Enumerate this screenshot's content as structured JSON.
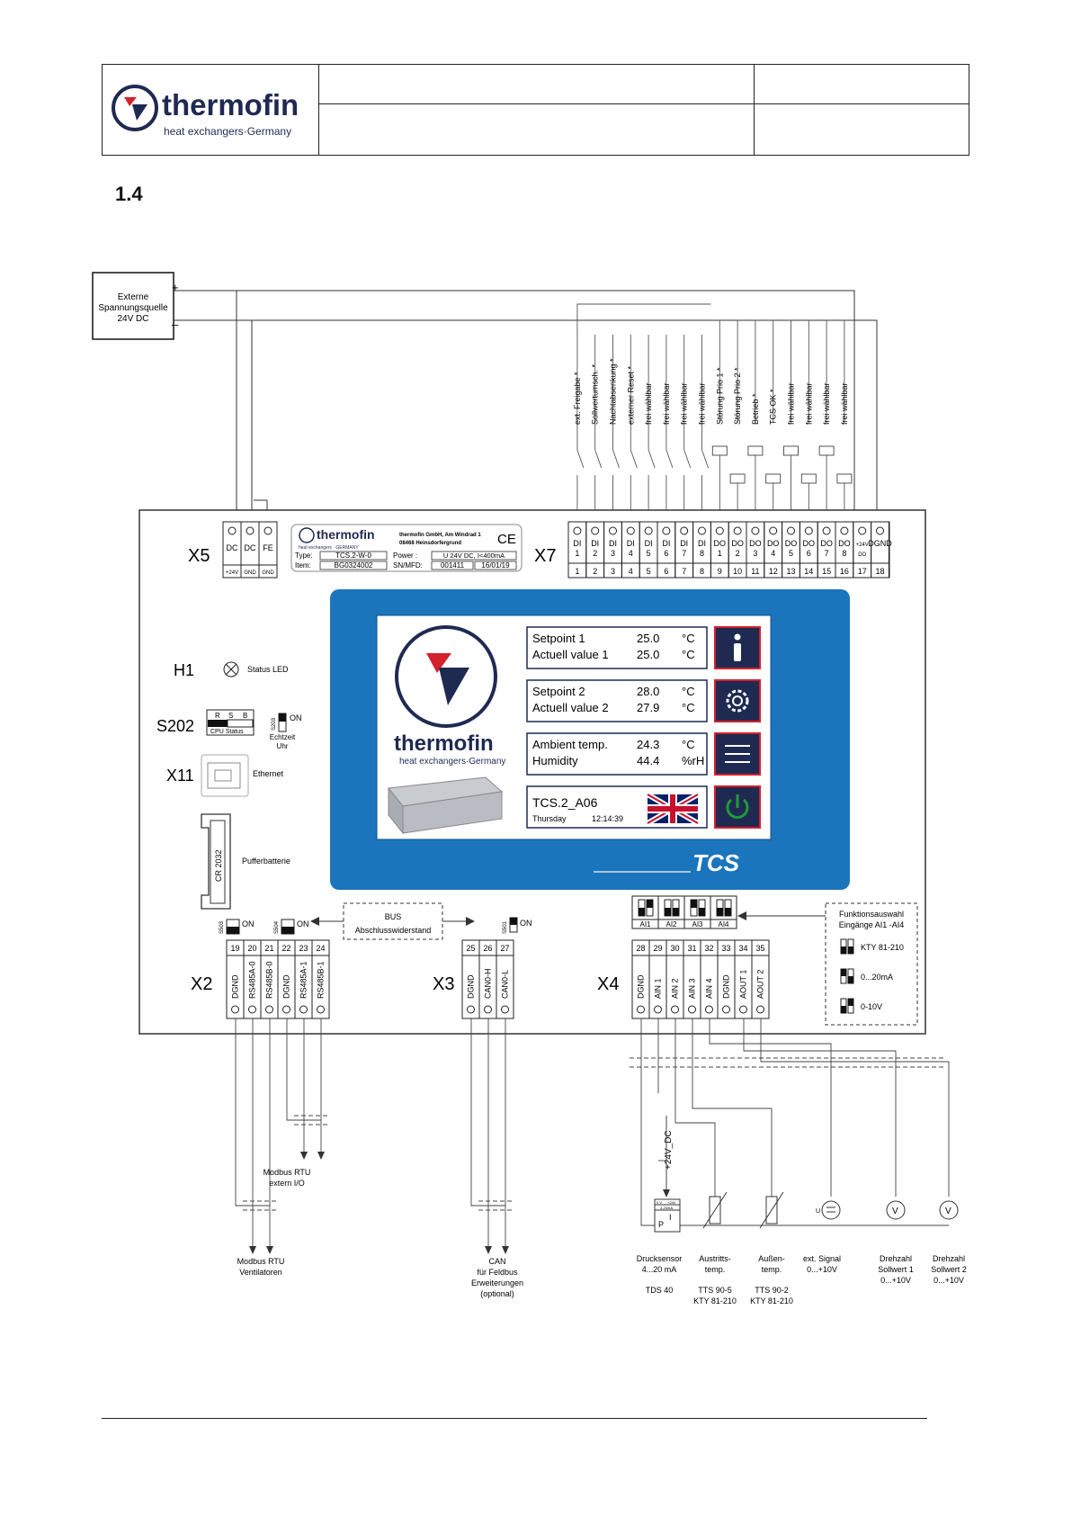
{
  "header": {
    "brand": "thermofin",
    "brand_sub": "heat exchangers·Germany"
  },
  "section_number": "1.4",
  "power_source": {
    "lines": [
      "Externe",
      "Spannungsquelle",
      "24V DC"
    ],
    "plus": "+",
    "minus": "–"
  },
  "x5": {
    "label": "X5",
    "terminals": [
      "DC",
      "DC",
      "FE"
    ],
    "sublabels": [
      "+24V",
      "GND",
      "GND"
    ]
  },
  "nameplate": {
    "brand": "thermofin",
    "tagline": "heat exchangers · GERMANY",
    "address1": "thermofin GmbH, Am Windrad 1",
    "address2": "08468 Heinsdorfergrund",
    "ce": "CE",
    "type_label": "Type:",
    "type_value": "TCS.2-W-0",
    "item_label": "Item:",
    "item_value": "BG0324002",
    "power_label": "Power :",
    "power_value": "U 24V DC,  I<400mA",
    "sn_label": "SN/MFD:",
    "sn_value": "001411",
    "mfd_value": "16/01/19"
  },
  "x7": {
    "label": "X7",
    "top": [
      "DI",
      "DI",
      "DI",
      "DI",
      "DI",
      "DI",
      "DI",
      "DI",
      "DO",
      "DO",
      "DO",
      "DO",
      "DO",
      "DO",
      "DO",
      "DO",
      "+24V",
      "DGND"
    ],
    "sub": [
      "1",
      "2",
      "3",
      "4",
      "5",
      "6",
      "7",
      "8",
      "1",
      "2",
      "3",
      "4",
      "5",
      "6",
      "7",
      "8",
      "DO",
      ""
    ],
    "numbers": [
      "1",
      "2",
      "3",
      "4",
      "5",
      "6",
      "7",
      "8",
      "9",
      "10",
      "11",
      "12",
      "13",
      "14",
      "15",
      "16",
      "17",
      "18"
    ],
    "signals": [
      "ext. Freigabe *",
      "Sollwertumsch. *",
      "Nachtabsenkung *",
      "externer Reset *",
      "frei wählbar",
      "frei wählbar",
      "frei wählbar",
      "frei wählbar",
      "Störung Prio 1 *",
      "Störung Prio 2 *",
      "Betrieb *",
      "TCS OK *",
      "frei wählbar",
      "frei wählbar",
      "frei wählbar",
      "frei wählbar"
    ]
  },
  "screen": {
    "setpoint1_label": "Setpoint 1",
    "setpoint1_value": "25.0",
    "actual1_label": "Actuell value 1",
    "actual1_value": "25.0",
    "setpoint2_label": "Setpoint 2",
    "setpoint2_value": "28.0",
    "actual2_label": "Actuell value 2",
    "actual2_value": "27.9",
    "unit_c": "°C",
    "ambient_label": "Ambient temp.",
    "ambient_value": "24.3",
    "humidity_label": "Humidity",
    "humidity_value": "44.4",
    "humidity_unit": "%rH",
    "device": "TCS.2_A06",
    "day": "Thursday",
    "time": "12:14:39",
    "brand": "thermofin",
    "brand_sub": "heat exchangers·Germany",
    "tcs_logo": "TCS",
    "buttons": [
      "info-icon",
      "gear-icon",
      "menu-icon",
      "power-icon"
    ],
    "colors": {
      "frame": "#1b75bc",
      "button": "#1f2a52",
      "accent": "#d4212b",
      "power": "#1f9a3a"
    }
  },
  "left_panel": {
    "h1": "H1",
    "status_led": "Status LED",
    "s202": "S202",
    "rsb": [
      "R",
      "S",
      "B"
    ],
    "cpu_status": "CPU Status",
    "s203": "S203",
    "on": "ON",
    "echtzeit": "Echtzeit",
    "uhr": "Uhr",
    "x11": "X11",
    "ethernet": "Ethernet",
    "battery": "CR 2032",
    "pufferbatterie": "Pufferbatterie"
  },
  "bus": {
    "line1": "BUS",
    "line2": "Abschlusswiderstand",
    "s503": "S503",
    "s504": "S504",
    "s501": "S501",
    "on": "ON"
  },
  "x2": {
    "label": "X2",
    "numbers": [
      "19",
      "20",
      "21",
      "22",
      "23",
      "24"
    ],
    "signals": [
      "DGND",
      "RS485A-0",
      "RS485B-0",
      "DGND",
      "RS485A-1",
      "RS485B-1"
    ]
  },
  "x3": {
    "label": "X3",
    "numbers": [
      "25",
      "26",
      "27"
    ],
    "signals": [
      "DGND",
      "CAN0-H",
      "CAN0-L"
    ]
  },
  "x4": {
    "label": "X4",
    "numbers": [
      "28",
      "29",
      "30",
      "31",
      "32",
      "33",
      "34",
      "35"
    ],
    "signals": [
      "DGND",
      "AIN 1",
      "AIN 2",
      "AIN 3",
      "AIN 4",
      "DGND",
      "AOUT 1",
      "AOUT 2"
    ]
  },
  "ai_switches": [
    "AI1",
    "AI2",
    "AI3",
    "AI4"
  ],
  "function_select": {
    "title1": "Funktionsauswahl",
    "title2": "Eingänge AI1 -AI4",
    "options": [
      "KTY 81-210",
      "0...20mA",
      "0-10V"
    ]
  },
  "modbus_io": {
    "line1": "Modbus RTU",
    "line2": "extern I/O"
  },
  "modbus_fans": {
    "line1": "Modbus RTU",
    "line2": "Ventilatoren"
  },
  "can": {
    "lines": [
      "CAN",
      "für Feldbus",
      "Erweiterungen",
      "(optional)"
    ]
  },
  "supply_24v": "+24V_DC",
  "sensor_marks": {
    "pressure": [
      "0 V",
      "+24V",
      "4-20mA"
    ],
    "p": "P",
    "i": "I",
    "u": "U"
  },
  "devices": [
    {
      "lines": [
        "Drucksensor",
        "4...20 mA"
      ],
      "type": [
        "TDS 40"
      ]
    },
    {
      "lines": [
        "Austritts-",
        "temp."
      ],
      "type": [
        "TTS 90-5",
        "KTY 81-210"
      ]
    },
    {
      "lines": [
        "Außen-",
        "temp."
      ],
      "type": [
        "TTS 90-2",
        "KTY 81-210"
      ]
    },
    {
      "lines": [
        "ext. Signal",
        "0...+10V"
      ],
      "type": []
    },
    {
      "lines": [
        "Drehzahl",
        "Sollwert 1",
        "0...+10V"
      ],
      "type": []
    },
    {
      "lines": [
        "Drehzahl",
        "Sollwert 2",
        "0...+10V"
      ],
      "type": []
    }
  ]
}
